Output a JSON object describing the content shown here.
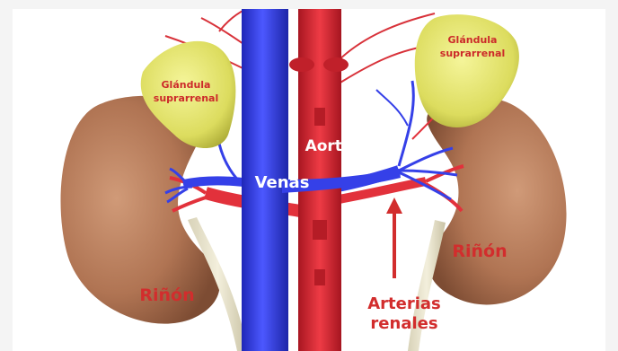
{
  "labels": {
    "gland_left_line1": "Glándula",
    "gland_left_line2": "suprarrenal",
    "gland_right_line1": "Glándula",
    "gland_right_line2": "suprarrenal",
    "aorta": "Aorta",
    "venas": "Venas",
    "kidney_left": "Riñón",
    "kidney_right": "Riñón",
    "arterias_line1": "Arterias",
    "arterias_line2": "renales"
  },
  "colors": {
    "vein_blue": "#3540e8",
    "artery_red": "#e2313b",
    "kidney_brown": "#b57a5a",
    "gland_yellow": "#e3e36a",
    "label_red": "#d22d2d",
    "label_white": "#ffffff",
    "background": "#ffffff"
  }
}
